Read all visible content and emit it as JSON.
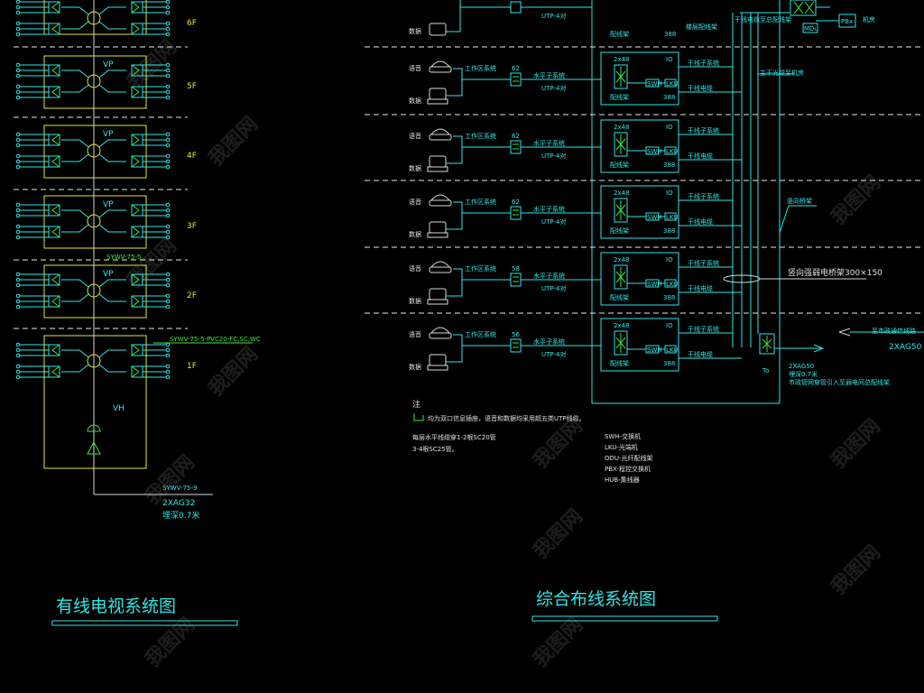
{
  "catv": {
    "title": "有线电视系统图",
    "floors": [
      "6F",
      "5F",
      "4F",
      "3F",
      "2F",
      "1F"
    ],
    "amp_label": "VP",
    "headend_label": "VH",
    "riser_cable_note": "SYWV-75-5",
    "incoming_cable_note": "SYWV-75-9",
    "incoming_pipe_1": "2XAG32",
    "incoming_pipe_2": "埋深0.7米",
    "branch_note_1f": "SYWV-75-5-PVC20-FC,SC,WC"
  },
  "cabling": {
    "title": "综合布线系统图",
    "rows": [
      {
        "count": "62"
      },
      {
        "count": "62"
      },
      {
        "count": "62"
      },
      {
        "count": "58"
      },
      {
        "count": "56"
      }
    ],
    "phone_jack": "语音",
    "data_jack": "数据",
    "work_area_label": "工作区系统",
    "horizontal_label": "水平子系统",
    "cable_type": "UTP-4对",
    "panel_2x": "2x48",
    "panel_io": "IO",
    "patch_label": "配线架",
    "switch_label": "SWH",
    "hub_label": "LKU",
    "fiber_count": "388",
    "backbone_label": "干线子系统",
    "backbone_label_2": "干线电缆",
    "floor_dist_label": "楼层配线架",
    "riser_label": "竖向桥架",
    "tray_label": "竖向强弱电桥架300×150",
    "telecom_label": "至市政通信线路",
    "incoming_pipe": "2XAG50",
    "incoming_note_1": "2XAG50",
    "incoming_note_2": "埋深0.7米",
    "incoming_note_3": "市政管网穿管引入至弱电间总配线架",
    "to_label": "To",
    "top_label": "干线电缆至总配线架",
    "top_label_2": "主干光缆至机房",
    "top_right_label": "机房",
    "top_boxes": [
      "MDu",
      "PBx"
    ],
    "notes_head": "注",
    "note_1": "均为双口信息插座，语音和数据均采用超五类UTP线缆。",
    "note_2": "每层水平线缆穿1-2根SC20管",
    "note_3": "3-4根SC25管。",
    "legend": [
      "SWH-交换机",
      "LKU-光端机",
      "ODU-光纤配线架",
      "PBX-程控交换机",
      "HUB-集线器"
    ]
  },
  "watermark": "我图网"
}
